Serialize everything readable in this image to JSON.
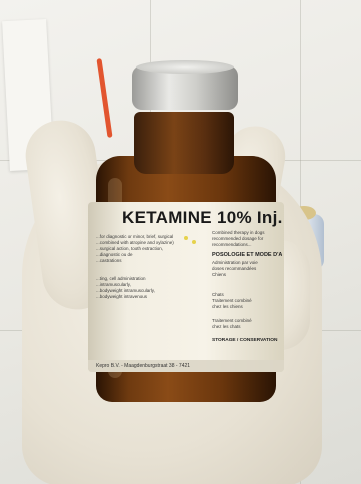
{
  "photo": {
    "subject": "vial"
  },
  "label": {
    "product_name": "KETAMINE 10% Inj.",
    "left_column": [
      "...for diagnostic or minor, brief, surgical",
      "...combined with atropine and xylazine)",
      "...surgical action, tooth extraction,",
      "...diagnostic ou de",
      "...castrations",
      "...ting, cell administration",
      "...intramuscularly,",
      "...bodyweight intramuscularly,",
      "...bodyweight intravenous"
    ],
    "right_column_top": [
      "Combined therapy in dogs",
      "recommended dosage for",
      "recommendations..."
    ],
    "posology_heading": "POSOLOGIE ET MODE D'ADM",
    "right_column_mid": [
      "Administration par voie",
      "doses recommandées",
      "Chiens",
      "Chats",
      "Traitement combiné",
      "chez les chiens",
      "Traitement combiné",
      "chez les chats"
    ],
    "storage_heading": "STORAGE / CONSERVATION",
    "footer": "Kepro B.V. - Maagdenburgstraat 38 - 7421"
  },
  "colors": {
    "glass": "#6e3a10",
    "cap": "#cfcfcb",
    "label": "#f2eee2",
    "glove": "#ece6d9"
  }
}
